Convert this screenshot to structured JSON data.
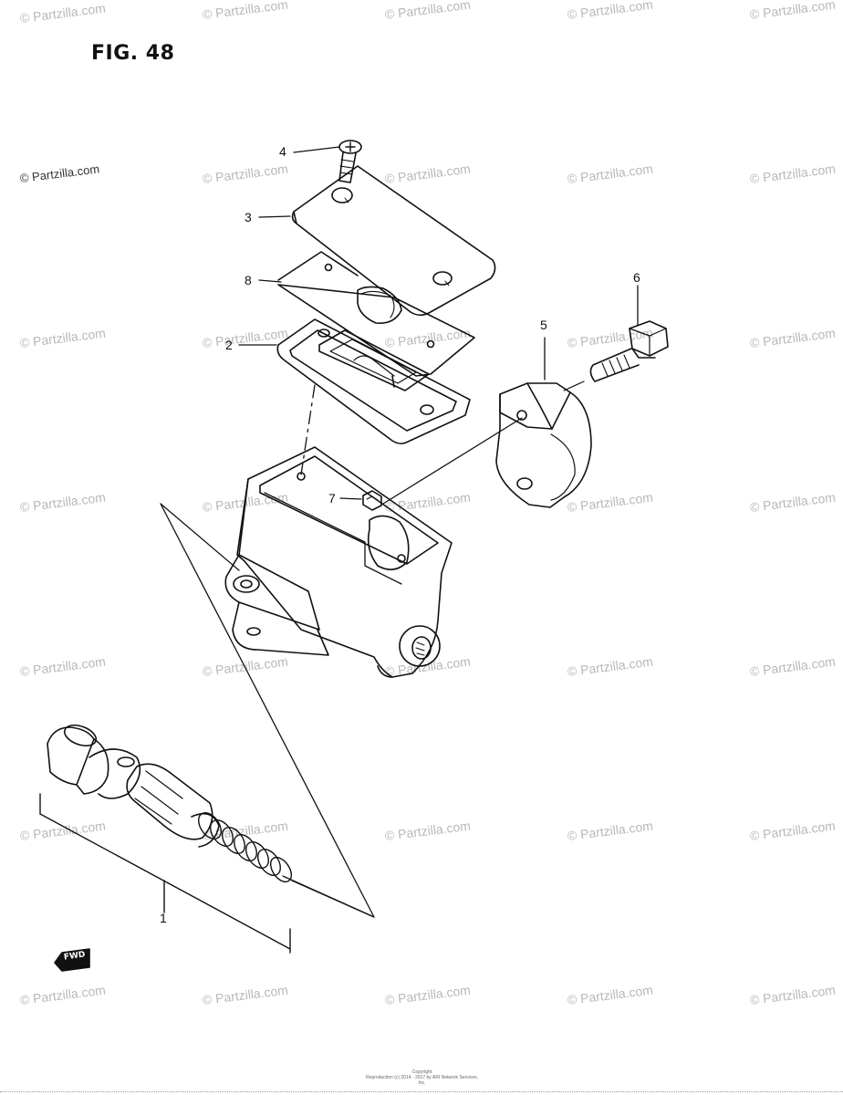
{
  "figure": {
    "title": "FIG. 48"
  },
  "watermark": {
    "text": "© Partzilla.com",
    "featured_text": "© Partzilla.com"
  },
  "callouts": {
    "part_1": "1",
    "part_2": "2",
    "part_3": "3",
    "part_4": "4",
    "part_5": "5",
    "part_6": "6",
    "part_7": "7",
    "part_8": "8"
  },
  "direction_marker": {
    "text": "FWD"
  },
  "footer": {
    "line1": "Copyright",
    "line2": "Reproduction (c) 2014 - 2017 by ARI Network Services, Inc."
  },
  "colors": {
    "ink": "#111111",
    "watermark": "#b8b8b8",
    "background": "#ffffff"
  }
}
